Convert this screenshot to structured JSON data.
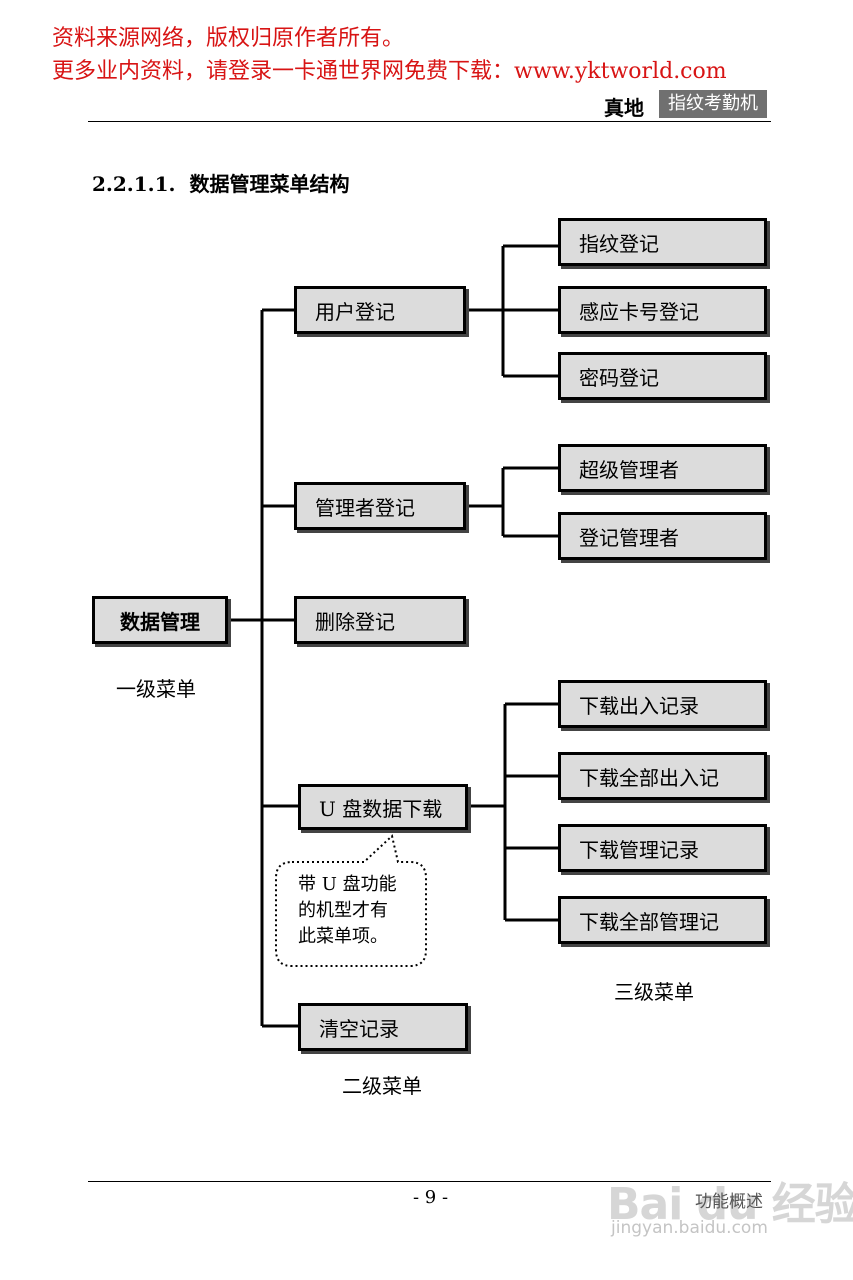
{
  "header": {
    "banner_line1": "资料来源网络，版权归原作者所有。",
    "banner_line2": "更多业内资料，请登录一卡通世界网免费下载：www.yktworld.com",
    "banner_color": "#d81414",
    "brand": "真地",
    "product": "指纹考勤机"
  },
  "section": {
    "number": "2.2.1.1.",
    "title": "数据管理菜单结构"
  },
  "diagram": {
    "root": "数据管理",
    "level2": [
      {
        "label": "用户登记",
        "children": [
          "指纹登记",
          "感应卡号登记",
          "密码登记"
        ]
      },
      {
        "label": "管理者登记",
        "children": [
          "超级管理者",
          "登记管理者"
        ]
      },
      {
        "label": "删除登记",
        "children": []
      },
      {
        "label": "U 盘数据下载",
        "children": [
          "下载出入记录",
          "下载全部出入记",
          "下载管理记录",
          "下载全部管理记"
        ]
      },
      {
        "label": "清空记录",
        "children": []
      }
    ],
    "captions": {
      "level1": "一级菜单",
      "level2": "二级菜单",
      "level3": "三级菜单"
    },
    "note": [
      "带 U 盘功能",
      "的机型才有",
      "此菜单项。"
    ]
  },
  "footer": {
    "page_number": "- 9 -",
    "chapter": "功能概述",
    "watermark": "Bai du 经验",
    "watermark_url": "jingyan.baidu.com"
  }
}
